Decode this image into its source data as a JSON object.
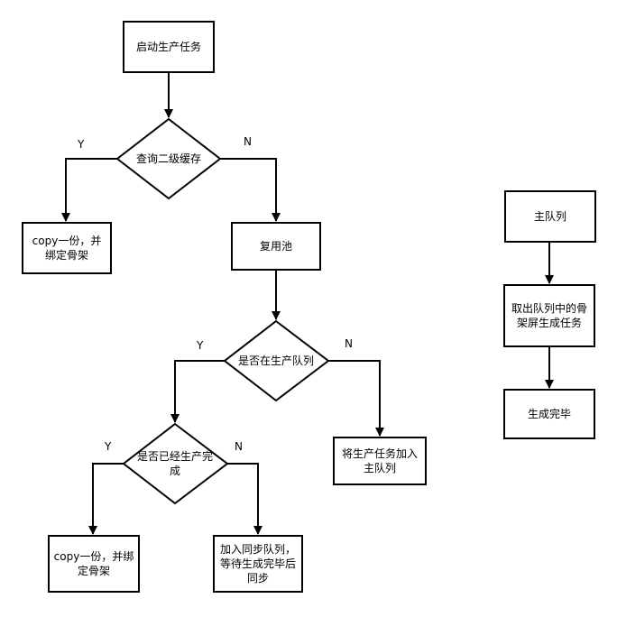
{
  "nodes": {
    "start": "启动生产任务",
    "query_cache": "查询二级缓存",
    "copy_bind_1": "copy一份，并绑定骨架",
    "reuse_pool": "复用池",
    "in_production_queue": "是否在生产队列",
    "production_done": "是否已经生产完成",
    "add_to_main_queue": "将生产任务加入主队列",
    "copy_bind_2": "copy一份，并绑定骨架",
    "join_sync_queue": "加入同步队列，等待生成完毕后同步",
    "main_queue": "主队列",
    "take_skeleton_task": "取出队列中的骨架屏生成任务",
    "generate_done": "生成完毕"
  },
  "edge_labels": {
    "cache_yes": "Y",
    "cache_no": "N",
    "queue_yes": "Y",
    "queue_no": "N",
    "done_yes": "Y",
    "done_no": "N"
  },
  "colors": {
    "stroke": "#000000",
    "fill": "#ffffff"
  }
}
